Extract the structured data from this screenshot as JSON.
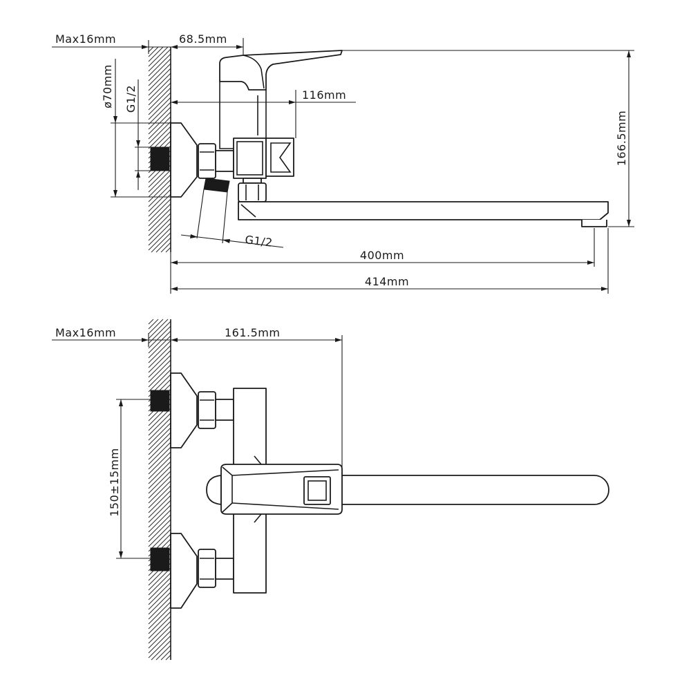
{
  "side_view": {
    "wall_thickness_label": "Max16mm",
    "handle_offset_label": "68.5mm",
    "escutcheon_diameter_label": "ø70mm",
    "inlet_thread_label": "G1/2",
    "body_depth_label": "116mm",
    "height_label": "166.5mm",
    "outlet_thread_label": "G1/2",
    "spout_reach_label": "400mm",
    "overall_length_label": "414mm"
  },
  "top_view": {
    "wall_thickness_label": "Max16mm",
    "body_projection_label": "161.5mm",
    "center_distance_label": "150±15mm"
  }
}
